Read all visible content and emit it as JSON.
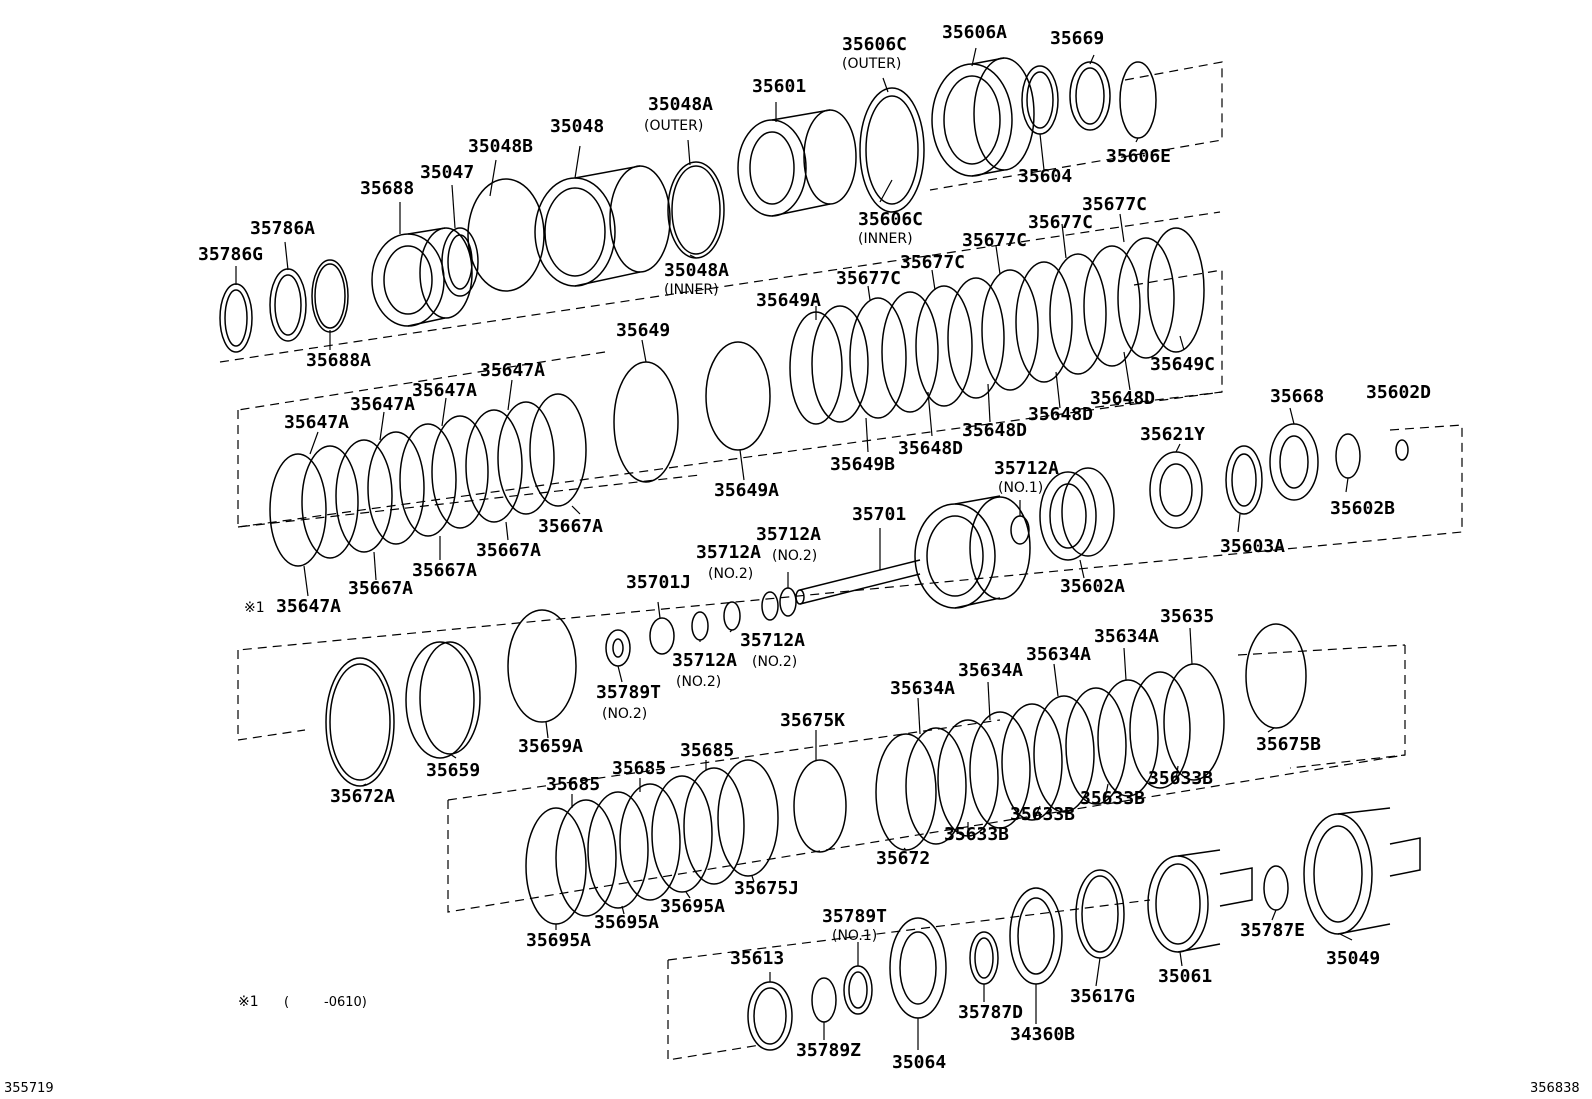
{
  "parts": [
    {
      "id": "35606A"
    },
    {
      "id": "35669"
    },
    {
      "id": "35606C",
      "note": "(OUTER)"
    },
    {
      "id": "35601"
    },
    {
      "id": "35048A",
      "note": "(OUTER)"
    },
    {
      "id": "35048"
    },
    {
      "id": "35048B"
    },
    {
      "id": "35047"
    },
    {
      "id": "35688"
    },
    {
      "id": "35786A"
    },
    {
      "id": "35786G"
    },
    {
      "id": "35688A"
    },
    {
      "id": "35048A",
      "note": "(INNER)"
    },
    {
      "id": "35606C",
      "note": "(INNER)"
    },
    {
      "id": "35604"
    },
    {
      "id": "35606E"
    },
    {
      "id": "35677C"
    },
    {
      "id": "35677C"
    },
    {
      "id": "35677C"
    },
    {
      "id": "35677C"
    },
    {
      "id": "35677C"
    },
    {
      "id": "35649A"
    },
    {
      "id": "35649"
    },
    {
      "id": "35649C"
    },
    {
      "id": "35648D"
    },
    {
      "id": "35648D"
    },
    {
      "id": "35648D"
    },
    {
      "id": "35648D"
    },
    {
      "id": "35649B"
    },
    {
      "id": "35649A"
    },
    {
      "id": "35647A"
    },
    {
      "id": "35647A"
    },
    {
      "id": "35647A"
    },
    {
      "id": "35647A"
    },
    {
      "id": "35667A"
    },
    {
      "id": "35667A"
    },
    {
      "id": "35667A"
    },
    {
      "id": "35667A"
    },
    {
      "id": "35647A",
      "prefix": "※1"
    },
    {
      "id": "35668"
    },
    {
      "id": "35602D"
    },
    {
      "id": "35621Y"
    },
    {
      "id": "35602B"
    },
    {
      "id": "35603A"
    },
    {
      "id": "35712A",
      "note": "(NO.1)"
    },
    {
      "id": "35701"
    },
    {
      "id": "35602A"
    },
    {
      "id": "35712A",
      "note": "(NO.2)"
    },
    {
      "id": "35712A",
      "note": "(NO.2)"
    },
    {
      "id": "35701J"
    },
    {
      "id": "35712A",
      "note": "(NO.2)"
    },
    {
      "id": "35712A",
      "note": "(NO.2)"
    },
    {
      "id": "35789T",
      "note": "(NO.2)"
    },
    {
      "id": "35659A"
    },
    {
      "id": "35659"
    },
    {
      "id": "35672A"
    },
    {
      "id": "35635"
    },
    {
      "id": "35634A"
    },
    {
      "id": "35634A"
    },
    {
      "id": "35634A"
    },
    {
      "id": "35634A"
    },
    {
      "id": "35675K"
    },
    {
      "id": "35675B"
    },
    {
      "id": "35633B"
    },
    {
      "id": "35633B"
    },
    {
      "id": "35633B"
    },
    {
      "id": "35633B"
    },
    {
      "id": "35672"
    },
    {
      "id": "35685"
    },
    {
      "id": "35685"
    },
    {
      "id": "35685"
    },
    {
      "id": "35695A"
    },
    {
      "id": "35695A"
    },
    {
      "id": "35695A"
    },
    {
      "id": "35675J"
    },
    {
      "id": "35789T",
      "note": "(NO.1)"
    },
    {
      "id": "35613"
    },
    {
      "id": "35789Z"
    },
    {
      "id": "35064"
    },
    {
      "id": "35787D"
    },
    {
      "id": "34360B"
    },
    {
      "id": "35617G"
    },
    {
      "id": "35061"
    },
    {
      "id": "35787E"
    },
    {
      "id": "35049"
    }
  ],
  "footnote": {
    "mark": "※1",
    "text": "(",
    "range": "-0610)"
  },
  "corner_left": "355719",
  "corner_right": "356838"
}
